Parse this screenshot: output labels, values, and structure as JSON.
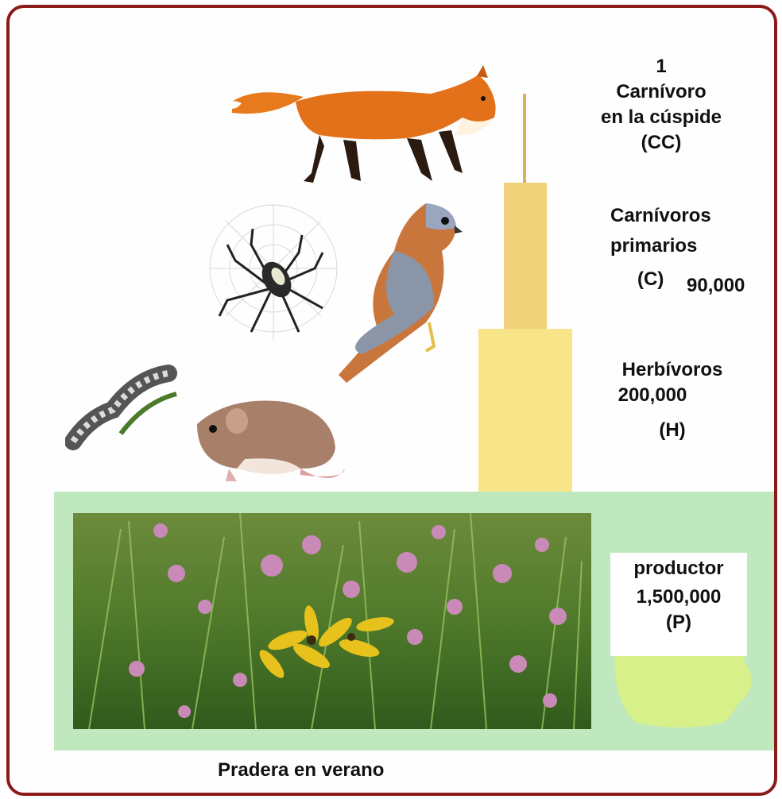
{
  "levels": {
    "cc": {
      "line1": "1",
      "line2": "Carnívoro",
      "line3": "en la cúspide",
      "line4": "(CC)"
    },
    "c": {
      "line1": "Carnívoros",
      "line2": "primarios",
      "abbr": "(C)",
      "count": "90,000"
    },
    "h": {
      "line1": "Herbívoros",
      "count": "200,000",
      "abbr": "(H)"
    },
    "p": {
      "name": "productor",
      "count": "1,500,000",
      "abbr": "(P)"
    }
  },
  "caption": "Pradera en verano",
  "chart_data": {
    "type": "bar",
    "orientation": "pyramid",
    "categories": [
      "Productor (P)",
      "Herbívoros (H)",
      "Carnívoros primarios (C)",
      "Carnívoro en la cúspide (CC)"
    ],
    "values": [
      1500000,
      200000,
      90000,
      1
    ]
  },
  "colors": {
    "frame": "#8b1a1a",
    "producer_band": "#bfe8bf",
    "herbivore_bar": "#f8e58a",
    "carnivore_bar": "#efd27a",
    "top_bar": "#d9b25a",
    "blob": "#d7f08a"
  },
  "icons": [
    "fox-icon",
    "spider-icon",
    "kestrel-icon",
    "caterpillar-icon",
    "mouse-icon",
    "meadow-photo"
  ]
}
